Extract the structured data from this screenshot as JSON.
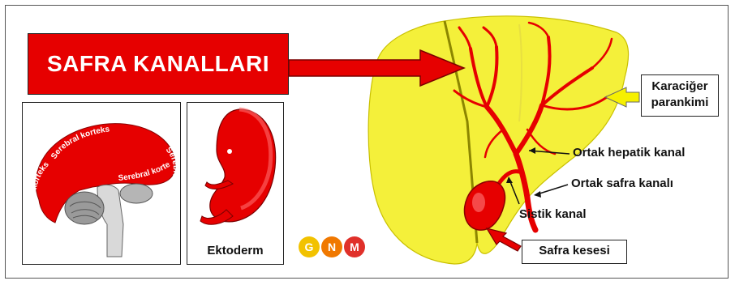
{
  "title": "SAFRA KANALLARI",
  "brain_labels": {
    "top": "Serebral korteks",
    "left": "Serebral korteks",
    "right": "Serebral korteks",
    "bottom": "Serebral korteks"
  },
  "embryo_label": "Ektoderm",
  "labels": {
    "parenchyma": "Karaciğer parankimi",
    "parenchyma_line1": "Karaciğer",
    "parenchyma_line2": "parankimi",
    "hepatic_duct": "Ortak hepatik kanal",
    "bile_duct": "Ortak safra kanalı",
    "cystic_duct": "Sistik kanal",
    "gallbladder": "Safra kesesi"
  },
  "logo": {
    "letters": [
      "G",
      "N",
      "M"
    ],
    "colors": [
      "#f2c200",
      "#f07800",
      "#e0302a"
    ]
  },
  "colors": {
    "red": "#e60000",
    "liver": "#f4f03a",
    "liver_dark": "#d8cf10",
    "arrow_yellow": "#f6f000"
  }
}
